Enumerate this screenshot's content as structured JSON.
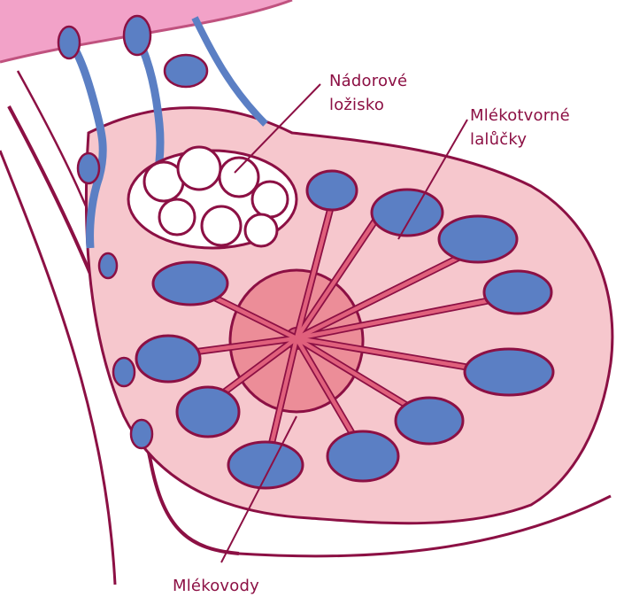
{
  "labels": {
    "tumor": "Nádorové\nložisko",
    "lobules": "Mlékotvorné\nlalůčky",
    "ducts": "Mlékovody"
  },
  "colors": {
    "background": "#ffffff",
    "outline": "#8c1044",
    "tissue": "#f6c7cd",
    "nipple_area": "#ec8d98",
    "duct": "#e0607c",
    "lobule": "#5b7fc4",
    "tumor": "#ffffff",
    "skin_band": "#f2a2c8"
  }
}
